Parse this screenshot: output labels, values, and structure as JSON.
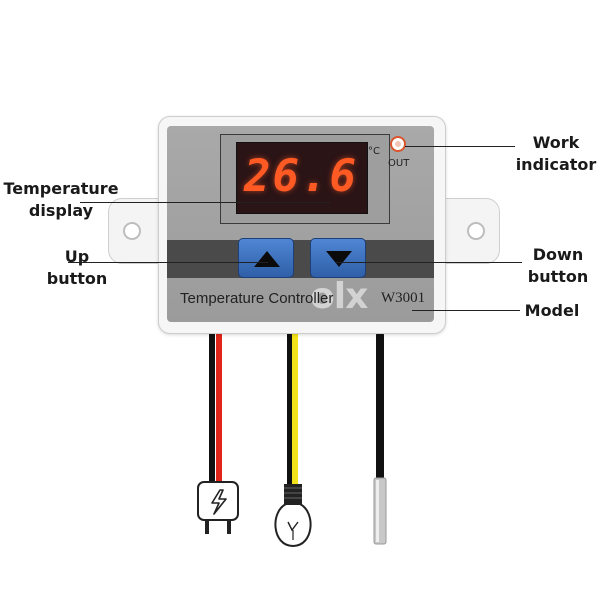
{
  "device": {
    "display_value": "26.6",
    "unit": "°C",
    "indicator_label": "OUT",
    "product_name": "Temperature Controller",
    "model_number": "W3001",
    "watermark": "olx"
  },
  "callouts": {
    "temperature_display": [
      "Temperature",
      "display"
    ],
    "up_button": [
      "Up",
      "button"
    ],
    "work_indicator": [
      "Work",
      "indicator"
    ],
    "down_button": [
      "Down",
      "button"
    ],
    "model": [
      "Model"
    ]
  },
  "icons": {
    "up_key": "triangle-up-icon",
    "down_key": "triangle-down-icon",
    "power_plug": "power-plug-icon",
    "light_bulb": "light-bulb-icon",
    "sensor_probe": "temperature-probe-icon"
  },
  "colors": {
    "display_digits": "#ff5a24",
    "display_background": "#2b1416",
    "button": "#3e72c1",
    "indicator_ring": "#d9552e",
    "wire_red": "#e0261b",
    "wire_yellow": "#f2e21a",
    "wire_black": "#111111"
  }
}
